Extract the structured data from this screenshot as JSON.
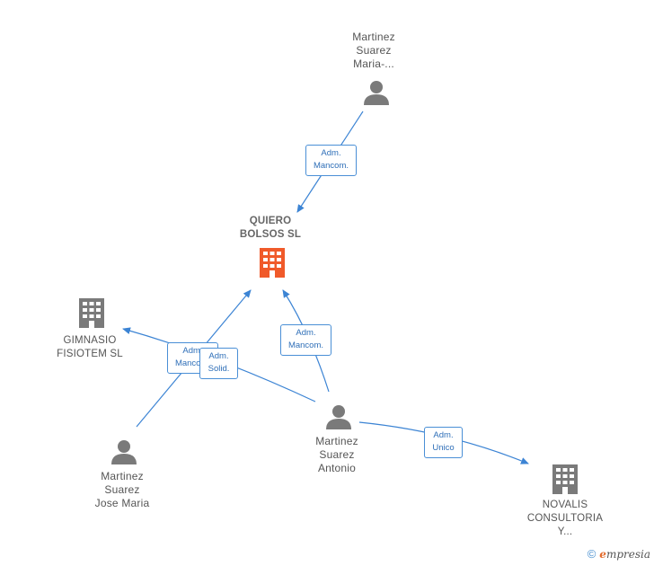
{
  "colors": {
    "edge": "#3c84d4",
    "person_icon": "#7a7a7a",
    "company_icon": "#7a7a7a",
    "main_company_icon": "#f05a2a"
  },
  "nodes": {
    "quiero_bolsos": {
      "label": "QUIERO\nBOLSOS SL",
      "icon": "building-icon"
    },
    "martinez_maria": {
      "label": "Martinez\nSuarez\nMaria-...",
      "icon": "person-icon"
    },
    "gimnasio": {
      "label": "GIMNASIO\nFISIOTEM SL",
      "icon": "building-icon"
    },
    "martinez_antonio": {
      "label": "Martinez\nSuarez\nAntonio",
      "icon": "person-icon"
    },
    "martinez_jose": {
      "label": "Martinez\nSuarez\nJose Maria",
      "icon": "person-icon"
    },
    "novalis": {
      "label": "NOVALIS\nCONSULTORIA\nY...",
      "icon": "building-icon"
    }
  },
  "edges": {
    "maria_to_quiero": "Adm.\nMancom.",
    "jose_to_quiero": "Adm.\nMancom.",
    "antonio_to_gimnasio": "Adm.\nSolid.",
    "antonio_to_quiero": "Adm.\nMancom.",
    "antonio_to_novalis": "Adm.\nUnico"
  },
  "footer": {
    "copyright": "©",
    "brand_first": "e",
    "brand_rest": "mpresia"
  }
}
